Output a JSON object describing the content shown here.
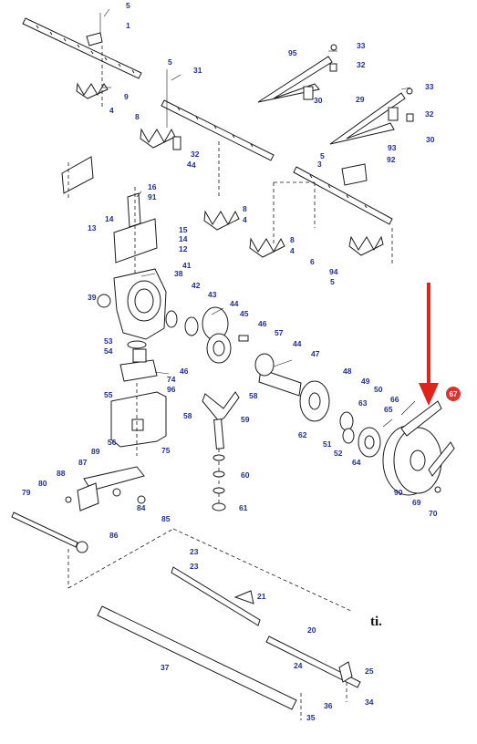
{
  "diagram": {
    "labels": [
      "5",
      "1",
      "31",
      "5",
      "9",
      "4",
      "8",
      "32",
      "4",
      "95",
      "33",
      "32",
      "30",
      "29",
      "33",
      "32",
      "30",
      "93",
      "92",
      "5",
      "3",
      "16",
      "91",
      "14",
      "13",
      "15",
      "14",
      "12",
      "41",
      "38",
      "39",
      "42",
      "43",
      "44",
      "45",
      "46",
      "57",
      "44",
      "47",
      "53",
      "54",
      "74",
      "96",
      "46",
      "55",
      "58",
      "59",
      "48",
      "49",
      "50",
      "63",
      "66",
      "65",
      "62",
      "51",
      "52",
      "64",
      "58",
      "56",
      "75",
      "89",
      "87",
      "88",
      "80",
      "79",
      "84",
      "85",
      "60",
      "61",
      "90",
      "69",
      "70",
      "86",
      "23",
      "21",
      "23",
      "20",
      "37",
      "24",
      "25",
      "36",
      "35",
      "34",
      "8",
      "4",
      "8",
      "4",
      "6",
      "94",
      "5",
      "4"
    ],
    "highlighted_callout": "67",
    "arrow_color": "#e0241a",
    "callout_color": "#d9342b",
    "label_color": "#1f2f9a",
    "logo_text": "ti."
  }
}
